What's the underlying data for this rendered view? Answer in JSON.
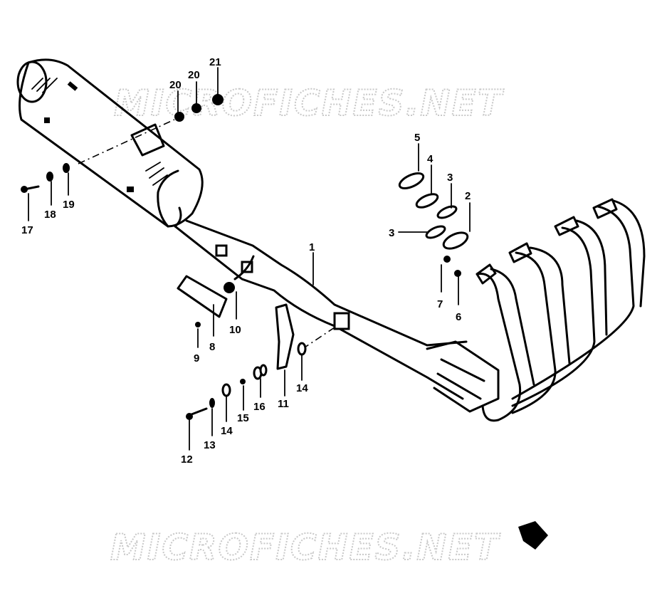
{
  "watermarks": [
    "MICROFICHES.NET",
    "MICROFICHES.NET"
  ],
  "parts": [
    {
      "id": "p1",
      "label": "1"
    },
    {
      "id": "p2",
      "label": "2"
    },
    {
      "id": "p3a",
      "label": "3"
    },
    {
      "id": "p3b",
      "label": "3"
    },
    {
      "id": "p4",
      "label": "4"
    },
    {
      "id": "p5",
      "label": "5"
    },
    {
      "id": "p6",
      "label": "6"
    },
    {
      "id": "p7",
      "label": "7"
    },
    {
      "id": "p8",
      "label": "8"
    },
    {
      "id": "p9",
      "label": "9"
    },
    {
      "id": "p10",
      "label": "10"
    },
    {
      "id": "p11",
      "label": "11"
    },
    {
      "id": "p12",
      "label": "12"
    },
    {
      "id": "p13",
      "label": "13"
    },
    {
      "id": "p14a",
      "label": "14"
    },
    {
      "id": "p14b",
      "label": "14"
    },
    {
      "id": "p15",
      "label": "15"
    },
    {
      "id": "p16",
      "label": "16"
    },
    {
      "id": "p17",
      "label": "17"
    },
    {
      "id": "p18",
      "label": "18"
    },
    {
      "id": "p19",
      "label": "19"
    },
    {
      "id": "p20a",
      "label": "20"
    },
    {
      "id": "p20b",
      "label": "20"
    },
    {
      "id": "p21",
      "label": "21"
    }
  ]
}
